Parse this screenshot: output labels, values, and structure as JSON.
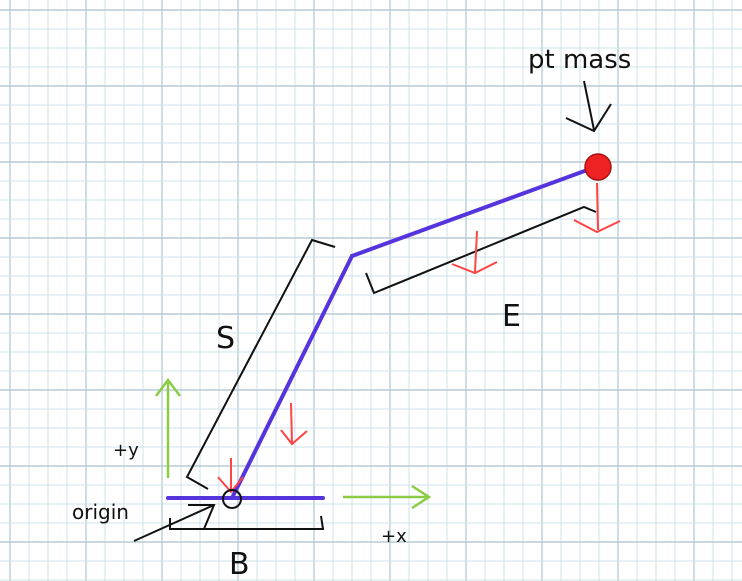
{
  "labels": {
    "pt_mass": "pt mass",
    "segment_s": "S",
    "segment_e": "E",
    "segment_b": "B",
    "axis_y": "+y",
    "axis_x": "+x",
    "origin": "origin"
  },
  "colors": {
    "grid_line": "#cfe0ea",
    "grid_line_major": "#b8ccd8",
    "arm": "#5533dd",
    "force": "#ff4444",
    "axis": "#8ccc44",
    "annotation": "#111111",
    "mass_fill": "#ee2222"
  },
  "icons": {
    "pt_mass": "point-mass-circle",
    "origin": "origin-circle"
  }
}
